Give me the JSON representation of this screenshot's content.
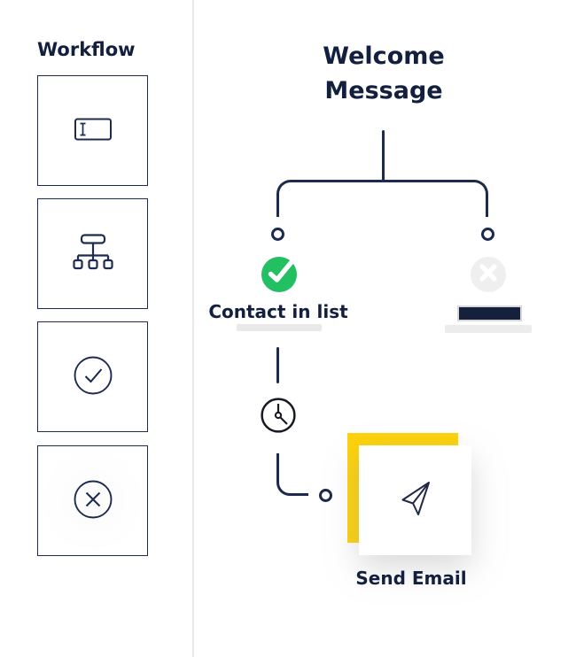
{
  "sidebar": {
    "title": "Workflow",
    "items": [
      {
        "id": "input-field",
        "icon": "input-field-icon"
      },
      {
        "id": "sitemap",
        "icon": "sitemap-icon"
      },
      {
        "id": "check-circle",
        "icon": "check-circle-icon"
      },
      {
        "id": "x-circle",
        "icon": "x-circle-icon"
      }
    ]
  },
  "canvas": {
    "title": "Welcome Message",
    "branch_yes": {
      "label": "Contact in list",
      "badge_icon": "check-badge-icon"
    },
    "branch_no": {
      "badge_icon": "x-badge-icon"
    },
    "wait_step": {
      "icon": "clock-icon"
    },
    "send_email": {
      "label": "Send Email",
      "icon": "paper-plane-icon"
    }
  },
  "colors": {
    "navy_line": "#1b2a4d",
    "text_navy": "#131f3f",
    "success_green": "#22c063",
    "accent_yellow": "#fdd20a",
    "badge_gray": "#efefef",
    "placeholder_gray": "#e9e9e9",
    "navy_bar_fill": "#15213c",
    "divider_gray": "#e8e8e8"
  }
}
